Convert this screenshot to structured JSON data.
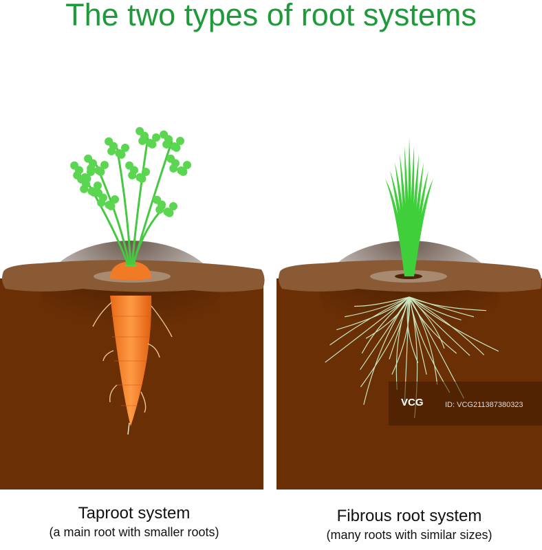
{
  "title": "The two types of root systems",
  "left": {
    "name": "Taproot system",
    "description": "(a main root with smaller roots)"
  },
  "right": {
    "name": "Fibrous root system",
    "description": "(many roots with similar sizes)"
  },
  "watermark": {
    "logo": "VCG",
    "id": "ID: VCG211387380323"
  },
  "colors": {
    "title": "#1f9a3b",
    "soil": "#6b2f05",
    "soil_top": "#8a5a35",
    "carrot": "#f07a25",
    "leaf": "#4fd24a"
  }
}
